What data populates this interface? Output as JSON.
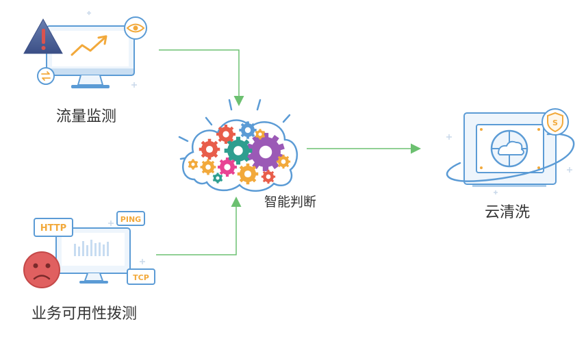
{
  "nodes": {
    "traffic_monitoring": {
      "label": "流量监测"
    },
    "availability_probe": {
      "label": "业务可用性拨测",
      "tags": {
        "http": "HTTP",
        "ping": "PING",
        "tcp": "TCP"
      }
    },
    "intelligent_judgment": {
      "label": "智能判断"
    },
    "cloud_scrubbing": {
      "label": "云清洗"
    }
  },
  "colors": {
    "arrow": "#6cc070",
    "outline": "#5b9bd5",
    "screen": "#eef5fc",
    "warning": "#f2a93b",
    "alert_red": "#d9534f",
    "gear_palette": [
      "#e85d4a",
      "#f2a93b",
      "#9b59b6",
      "#2e9e8f",
      "#5b9bd5",
      "#e84393"
    ]
  }
}
